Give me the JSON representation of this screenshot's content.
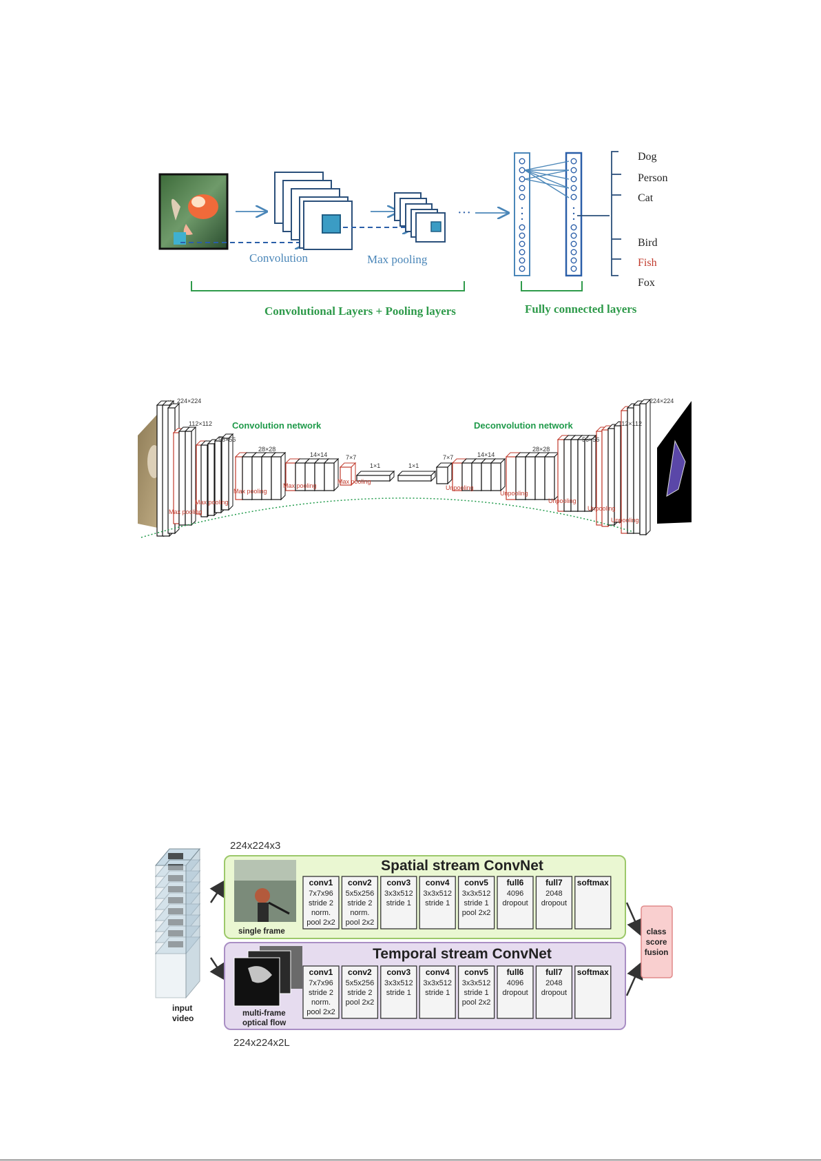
{
  "cnn": {
    "label_convolution": "Convolution",
    "label_max_pooling": "Max  pooling",
    "label_ellipsis": "···",
    "group_conv_pool": "Convolutional Layers + Pooling layers",
    "group_fc": "Fully connected layers",
    "classes": [
      "Dog",
      "Person",
      "Cat",
      "Bird",
      "Fish",
      "Fox"
    ],
    "highlight_class": "Fish",
    "colors": {
      "blue": "#4a86b8",
      "green": "#2e9a4a",
      "red": "#c0392b"
    }
  },
  "deconv": {
    "title_conv": "Convolution network",
    "title_deconv": "Deconvolution network",
    "sizes_left": [
      "224×224",
      "112×112",
      "56×56",
      "28×28",
      "14×14",
      "7×7",
      "1×1"
    ],
    "sizes_right": [
      "1×1",
      "7×7",
      "14×14",
      "28×28",
      "56×56",
      "112×112",
      "224×224"
    ],
    "pool_label": "Max pooling",
    "unpool_label": "Unpooling",
    "colors": {
      "green": "#1f9a4a",
      "red": "#c0392b"
    }
  },
  "twostream": {
    "input_size_top": "224x224x3",
    "input_size_bottom": "224x224x2L",
    "input_label": "input video",
    "spatial_title": "Spatial stream ConvNet",
    "temporal_title": "Temporal stream ConvNet",
    "spatial_caption": "single frame",
    "temporal_caption": "multi-frame optical flow",
    "fusion_label": "class score fusion",
    "spatial_layers": [
      {
        "name": "conv1",
        "lines": [
          "7x7x96",
          "stride 2",
          "norm.",
          "pool 2x2"
        ]
      },
      {
        "name": "conv2",
        "lines": [
          "5x5x256",
          "stride 2",
          "norm.",
          "pool 2x2"
        ]
      },
      {
        "name": "conv3",
        "lines": [
          "3x3x512",
          "stride 1"
        ]
      },
      {
        "name": "conv4",
        "lines": [
          "3x3x512",
          "stride 1"
        ]
      },
      {
        "name": "conv5",
        "lines": [
          "3x3x512",
          "stride 1",
          "pool 2x2"
        ]
      },
      {
        "name": "full6",
        "lines": [
          "4096",
          "dropout"
        ]
      },
      {
        "name": "full7",
        "lines": [
          "2048",
          "dropout"
        ]
      },
      {
        "name": "softmax",
        "lines": []
      }
    ],
    "temporal_layers": [
      {
        "name": "conv1",
        "lines": [
          "7x7x96",
          "stride 2",
          "norm.",
          "pool 2x2"
        ]
      },
      {
        "name": "conv2",
        "lines": [
          "5x5x256",
          "stride 2",
          "pool 2x2"
        ]
      },
      {
        "name": "conv3",
        "lines": [
          "3x3x512",
          "stride 1"
        ]
      },
      {
        "name": "conv4",
        "lines": [
          "3x3x512",
          "stride 1"
        ]
      },
      {
        "name": "conv5",
        "lines": [
          "3x3x512",
          "stride 1",
          "pool 2x2"
        ]
      },
      {
        "name": "full6",
        "lines": [
          "4096",
          "dropout"
        ]
      },
      {
        "name": "full7",
        "lines": [
          "2048",
          "dropout"
        ]
      },
      {
        "name": "softmax",
        "lines": []
      }
    ],
    "colors": {
      "spatial_bg": "#eaf7d2",
      "spatial_border": "#9cc86a",
      "temporal_bg": "#e6dcef",
      "temporal_border": "#a98ec4",
      "fusion_bg": "#f9cfcf",
      "fusion_border": "#e08a8a"
    }
  }
}
